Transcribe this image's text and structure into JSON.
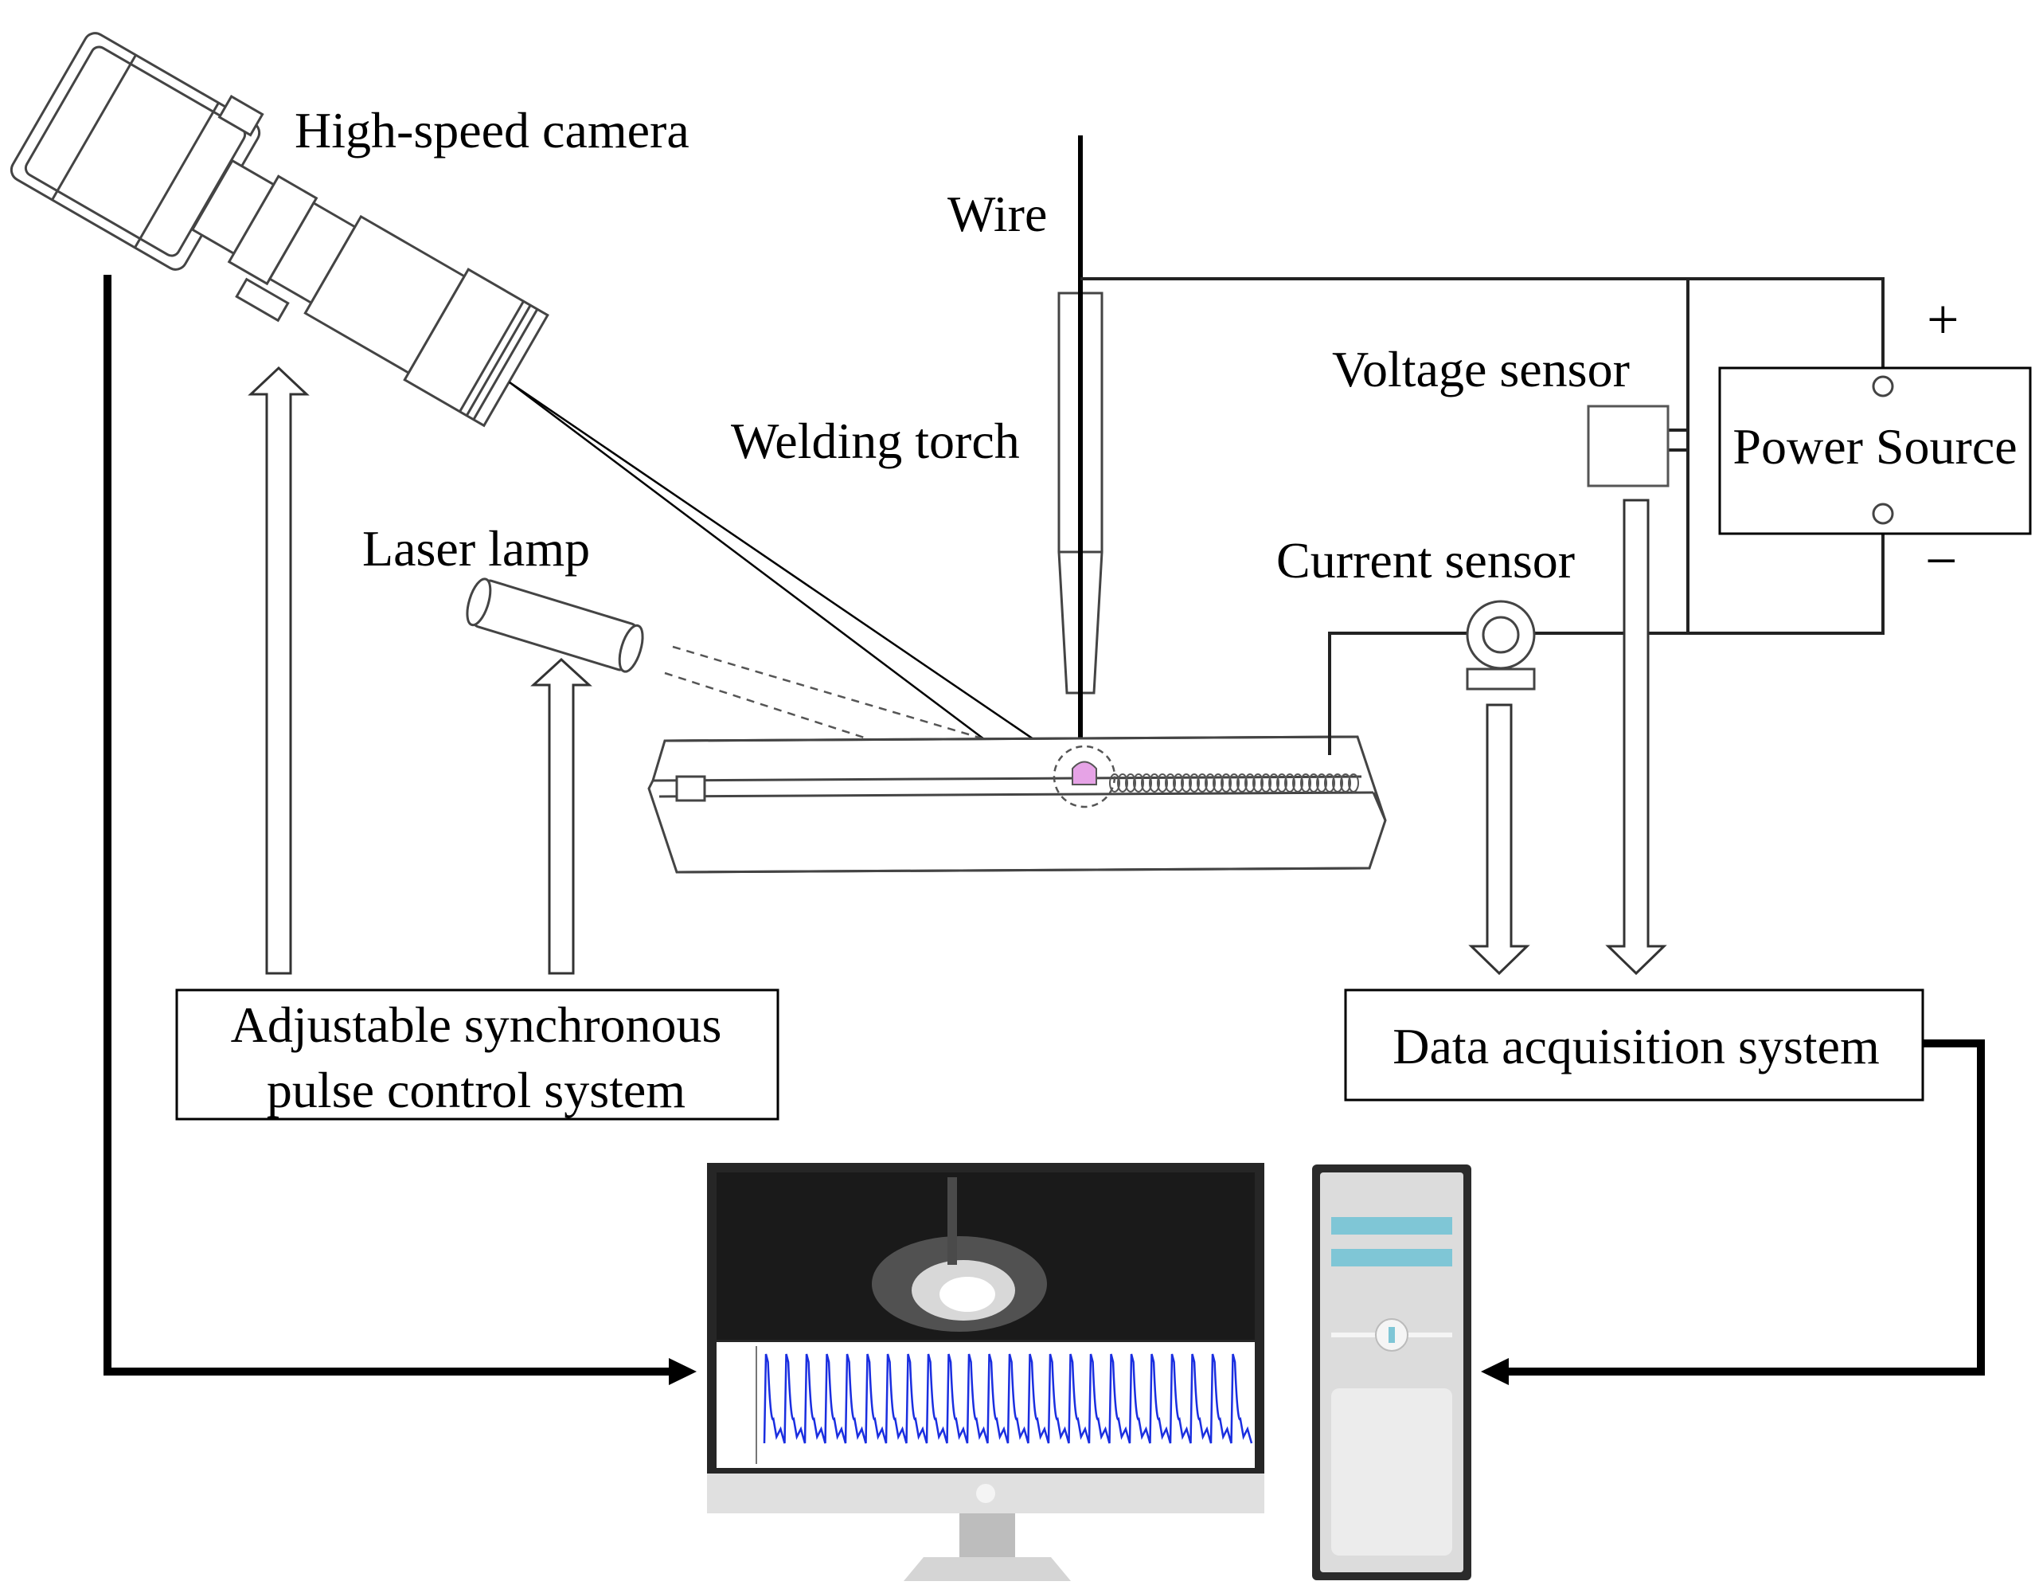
{
  "labels": {
    "high_speed_camera": "High-speed camera",
    "wire": "Wire",
    "welding_torch": "Welding torch",
    "laser_lamp": "Laser lamp",
    "voltage_sensor": "Voltage sensor",
    "current_sensor": "Current sensor",
    "power_source": "Power Source",
    "plus_sign": "+",
    "minus_sign": "−",
    "pulse_control_line1": "Adjustable synchronous",
    "pulse_control_line2": "pulse control system",
    "data_acquisition": "Data acquisition system"
  },
  "waveform": {
    "pulse_count": 24
  },
  "colors": {
    "line": "#000000",
    "outline": "#555555",
    "droplet": "#e6a3e6",
    "waveform": "#1a2ee0",
    "screen_dark": "#1a1a1a",
    "monitor_frame": "#262626",
    "tower_body": "#dcdcdc",
    "tower_accent": "#7fc6d6"
  },
  "icons": {
    "camera": "high-speed-camera-icon",
    "lamp": "laser-lamp-icon",
    "torch": "welding-torch-icon",
    "workpiece": "workpiece-icon",
    "monitor": "monitor-icon",
    "tower": "computer-tower-icon"
  }
}
